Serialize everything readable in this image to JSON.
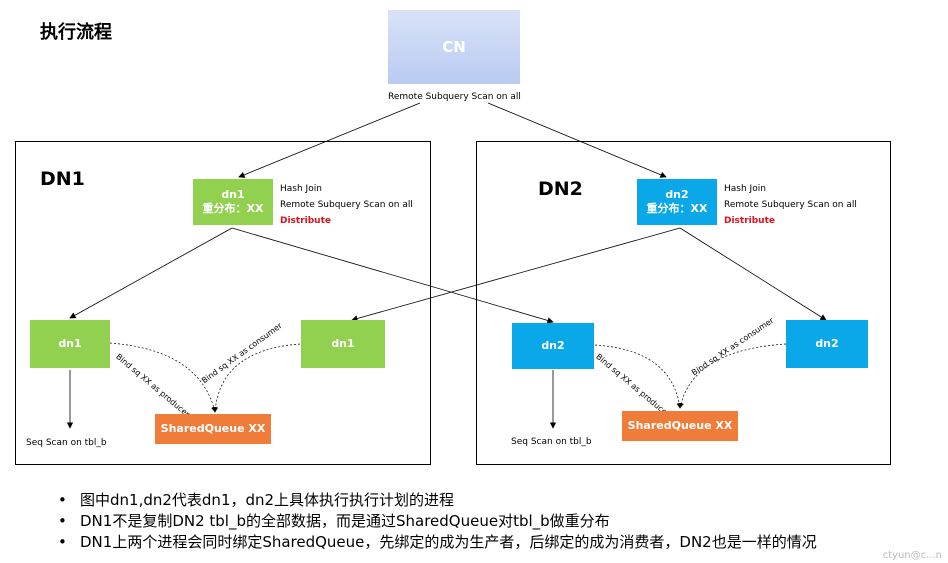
{
  "title": "执行流程",
  "cn": {
    "label": "CN",
    "plan": "Remote Subquery Scan on all"
  },
  "dn1_section": {
    "label": "DN1",
    "top_node": {
      "name": "dn1",
      "sub": "重分布：XX"
    },
    "ops": [
      "Hash Join",
      "Remote Subquery Scan on all",
      "Distribute"
    ],
    "left_node": "dn1",
    "right_node": "dn1",
    "producer_label": "Bind sq XX as producer",
    "consumer_label": "Bind sq XX as consumer",
    "queue": "SharedQueue XX",
    "scan": "Seq Scan on tbl_b"
  },
  "dn2_section": {
    "label": "DN2",
    "top_node": {
      "name": "dn2",
      "sub": "重分布：XX"
    },
    "ops": [
      "Hash Join",
      "Remote Subquery Scan on all",
      "Distribute"
    ],
    "left_node": "dn2",
    "right_node": "dn2",
    "producer_label": "Bind sq XX as producer",
    "consumer_label": "Bind sq XX as consumer",
    "queue": "SharedQueue XX",
    "scan": "Seq Scan on tbl_b"
  },
  "bullets": [
    "图中dn1,dn2代表dn1，dn2上具体执行执行计划的进程",
    "DN1不是复制DN2 tbl_b的全部数据，而是通过SharedQueue对tbl_b做重分布",
    "DN1上两个进程会同时绑定SharedQueue，先绑定的成为生产者，后绑定的成为消费者，DN2也是一样的情况"
  ],
  "watermark": "ctyun@c...n"
}
